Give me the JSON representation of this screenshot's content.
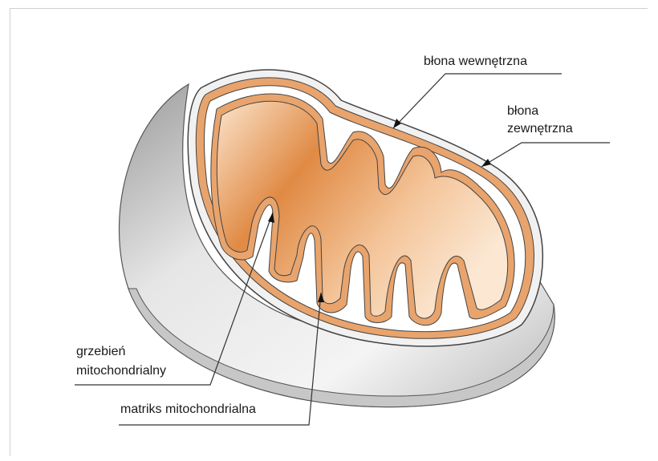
{
  "diagram": {
    "labels": {
      "inner_membrane": "błona wewnętrzna",
      "outer_membrane_line1": "błona",
      "outer_membrane_line2": "zewnętrzna",
      "crista_line1": "grzebień",
      "crista_line2": "mitochondrialny",
      "matrix": "matriks mitochondrialna"
    },
    "colors": {
      "outer_shell": "#d9d9d9",
      "shell_shadow": "#a9a9a9",
      "membrane": "#e8a46c",
      "matrix_dark": "#d87a2e",
      "matrix_light": "#fbe4cc",
      "line": "#333333"
    }
  }
}
